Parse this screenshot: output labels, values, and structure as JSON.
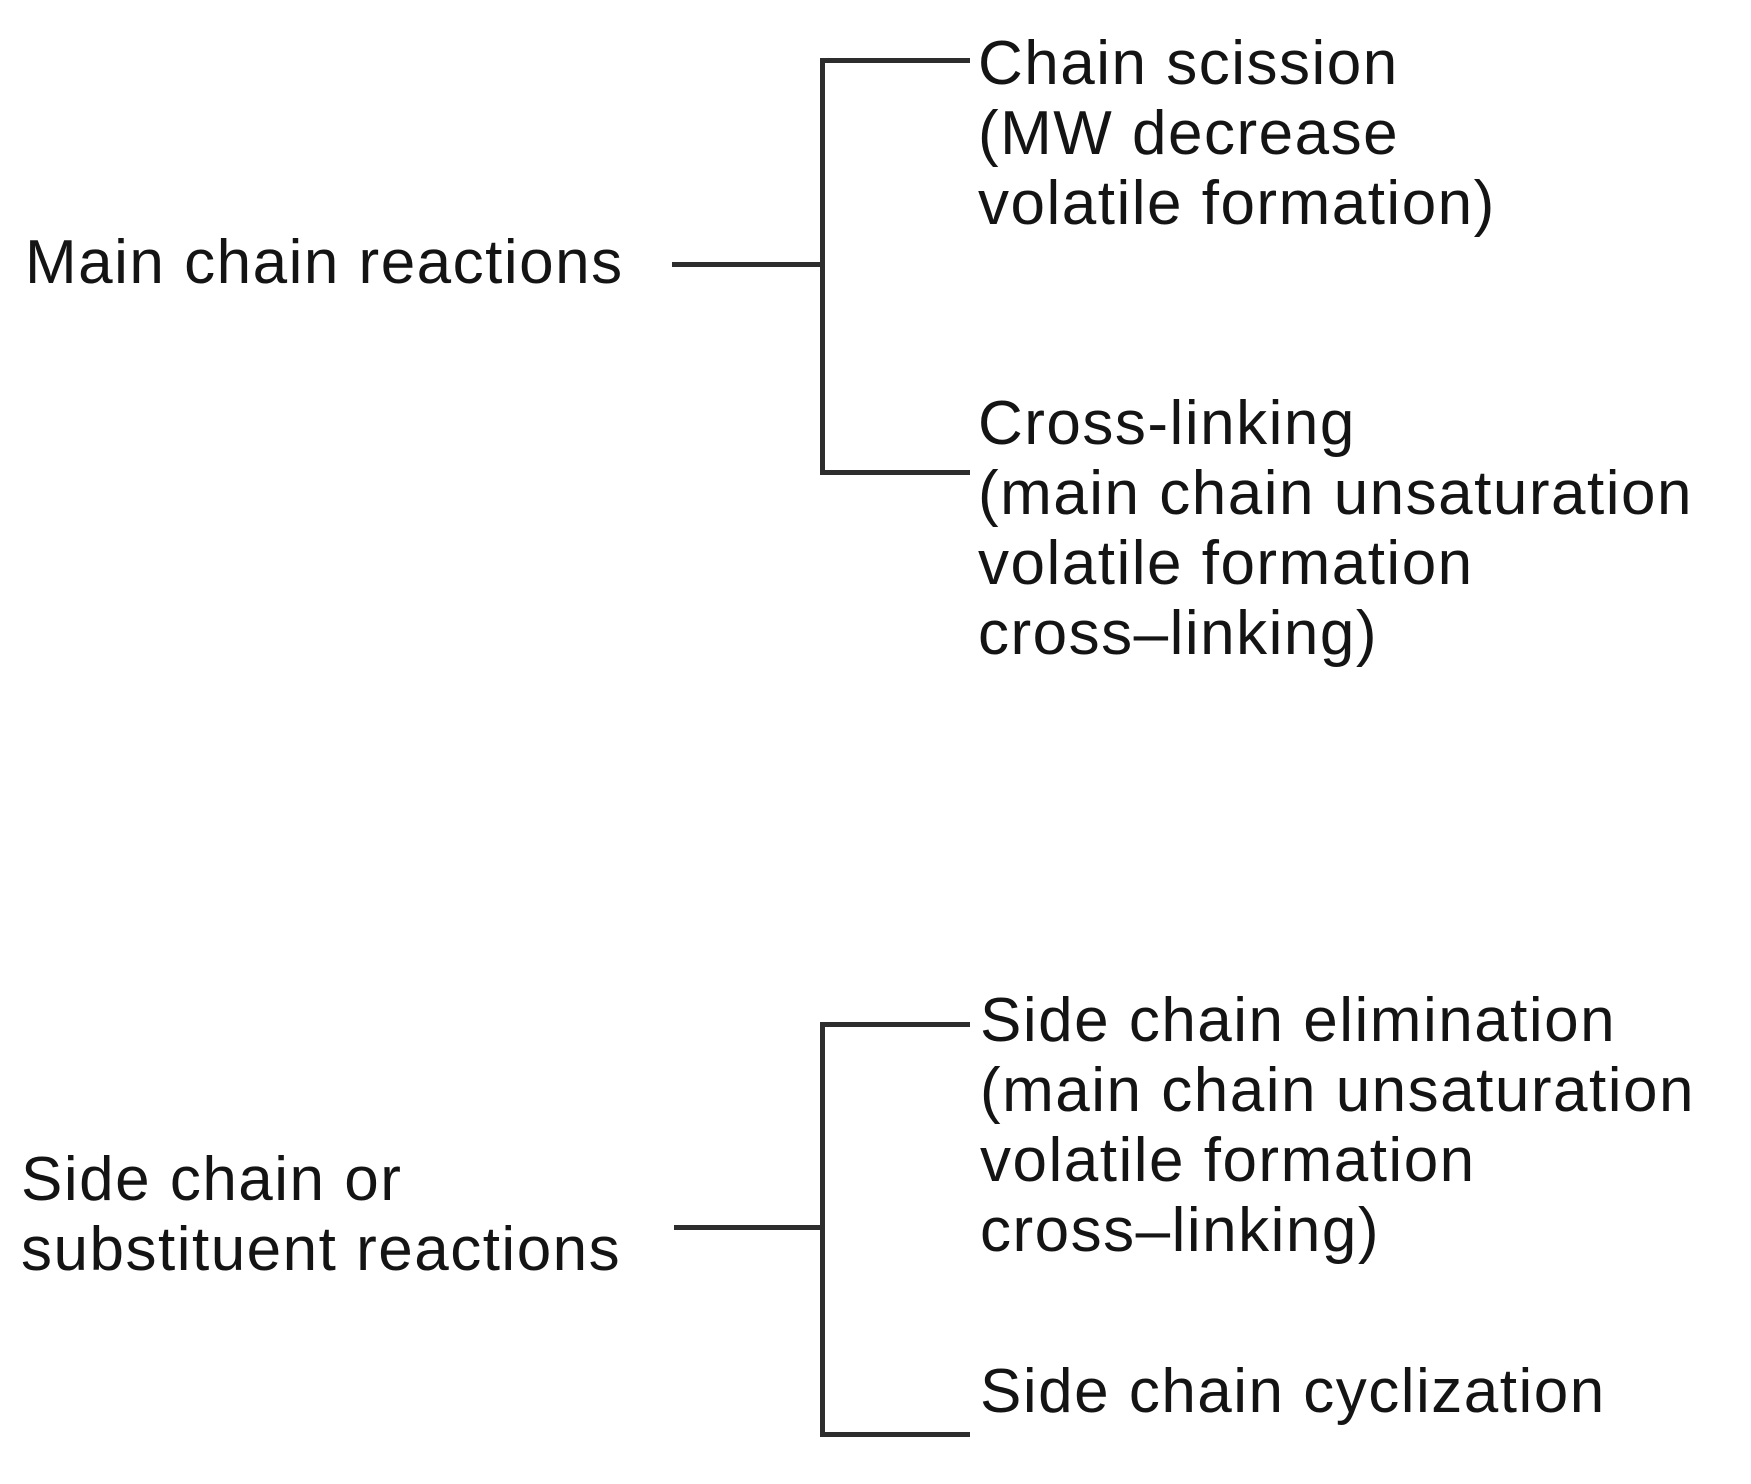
{
  "figure_type": "bracket-tree-diagram",
  "colors": {
    "background": "#ffffff",
    "line": "#2d2d2d",
    "text": "#141414"
  },
  "groups": [
    {
      "id": "main-chain-reactions",
      "label_lines": [
        "Main chain reactions"
      ],
      "branches": [
        {
          "name": "chain-scission",
          "lines": [
            "Chain scission",
            "(MW decrease",
            "volatile formation)"
          ]
        },
        {
          "name": "cross-linking",
          "lines": [
            "Cross-linking",
            "(main chain unsaturation",
            "volatile formation",
            "cross–linking)"
          ]
        }
      ]
    },
    {
      "id": "side-chain-or-substituent-reactions",
      "label_lines": [
        "Side chain or",
        "substituent reactions"
      ],
      "branches": [
        {
          "name": "side-chain-elimination",
          "lines": [
            "Side chain elimination",
            "(main chain unsaturation",
            "volatile formation",
            "cross–linking)"
          ]
        },
        {
          "name": "side-chain-cyclization",
          "lines": [
            "Side chain cyclization"
          ]
        }
      ]
    }
  ]
}
